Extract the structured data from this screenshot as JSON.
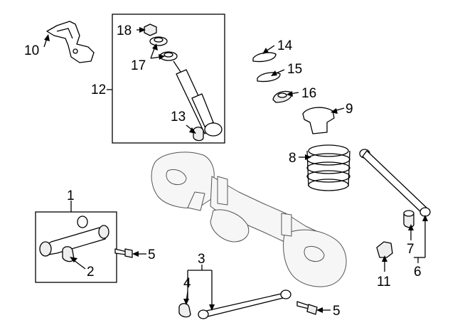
{
  "callouts": {
    "c1": "1",
    "c2": "2",
    "c3": "3",
    "c4": "4",
    "c5a": "5",
    "c5b": "5",
    "c6": "6",
    "c7": "7",
    "c8": "8",
    "c9": "9",
    "c10": "10",
    "c11": "11",
    "c12": "12",
    "c13": "13",
    "c14": "14",
    "c15": "15",
    "c16": "16",
    "c17": "17",
    "c18": "18"
  },
  "parts": [
    {
      "id": "c1",
      "name": "lower-control-arm-assembly"
    },
    {
      "id": "c2",
      "name": "arm-bushing"
    },
    {
      "id": "c3",
      "name": "upper-control-arm-assembly"
    },
    {
      "id": "c4",
      "name": "upper-arm-bushing"
    },
    {
      "id": "c5a",
      "name": "arm-bolt"
    },
    {
      "id": "c5b",
      "name": "arm-bolt"
    },
    {
      "id": "c6",
      "name": "lateral-rod-assembly"
    },
    {
      "id": "c7",
      "name": "lateral-rod-bushing"
    },
    {
      "id": "c8",
      "name": "coil-spring"
    },
    {
      "id": "c9",
      "name": "spring-insulator"
    },
    {
      "id": "c10",
      "name": "shock-bracket"
    },
    {
      "id": "c11",
      "name": "rod-bracket"
    },
    {
      "id": "c12",
      "name": "shock-absorber-assembly"
    },
    {
      "id": "c13",
      "name": "shock-bushing"
    },
    {
      "id": "c14",
      "name": "upper-insulator"
    },
    {
      "id": "c15",
      "name": "spring-seat"
    },
    {
      "id": "c16",
      "name": "bump-stop"
    },
    {
      "id": "c17",
      "name": "shock-cushion"
    },
    {
      "id": "c18",
      "name": "shock-nut"
    }
  ]
}
